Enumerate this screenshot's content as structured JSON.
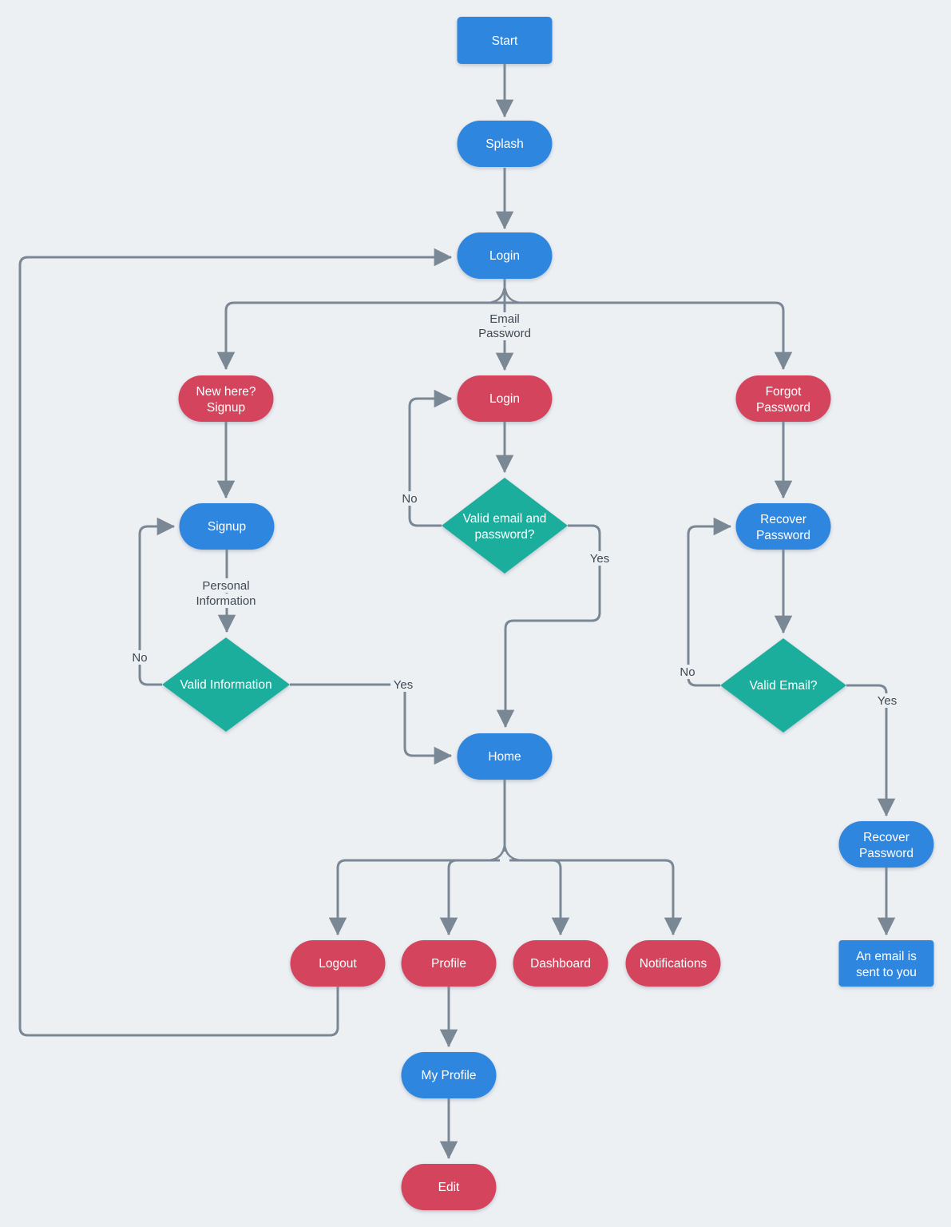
{
  "diagram": {
    "type": "flowchart",
    "colors": {
      "background": "#EDF0F3",
      "process_blue": "#2E86DE",
      "action_red": "#D4455D",
      "decision_teal": "#1FAE9C",
      "edge_gray": "#7A8794",
      "label_dark": "#3E4955",
      "node_text": "#FFFFFF"
    },
    "nodes": {
      "start": {
        "label": "Start",
        "shape": "rectangle"
      },
      "splash": {
        "label": "Splash",
        "shape": "pill"
      },
      "login_screen": {
        "label": "Login",
        "shape": "pill"
      },
      "new_here": {
        "line1": "New here?",
        "line2": "Signup",
        "shape": "pill"
      },
      "login_action": {
        "label": "Login",
        "shape": "pill"
      },
      "forgot_password": {
        "line1": "Forgot",
        "line2": "Password",
        "shape": "pill"
      },
      "signup": {
        "label": "Signup",
        "shape": "pill"
      },
      "valid_email_password": {
        "line1": "Valid email and",
        "line2": "password?",
        "shape": "diamond"
      },
      "recover_password": {
        "line1": "Recover",
        "line2": "Password",
        "shape": "pill"
      },
      "valid_information": {
        "label": "Valid Information",
        "shape": "diamond"
      },
      "valid_email": {
        "label": "Valid Email?",
        "shape": "diamond"
      },
      "home": {
        "label": "Home",
        "shape": "pill"
      },
      "recover_password_confirm": {
        "line1": "Recover",
        "line2": "Password",
        "shape": "pill"
      },
      "email_sent": {
        "line1": "An email is",
        "line2": "sent to you",
        "shape": "rectangle"
      },
      "logout": {
        "label": "Logout",
        "shape": "pill"
      },
      "profile": {
        "label": "Profile",
        "shape": "pill"
      },
      "dashboard": {
        "label": "Dashboard",
        "shape": "pill"
      },
      "notifications": {
        "label": "Notifications",
        "shape": "pill"
      },
      "my_profile": {
        "label": "My Profile",
        "shape": "pill"
      },
      "edit": {
        "label": "Edit",
        "shape": "pill"
      }
    },
    "edge_labels": {
      "credentials_line1": "Email",
      "credentials_line2": "Password",
      "personal_line1": "Personal",
      "personal_line2": "Information",
      "info_no": "No",
      "info_yes": "Yes",
      "login_no": "No",
      "login_yes": "Yes",
      "email_no": "No",
      "email_yes": "Yes"
    }
  }
}
